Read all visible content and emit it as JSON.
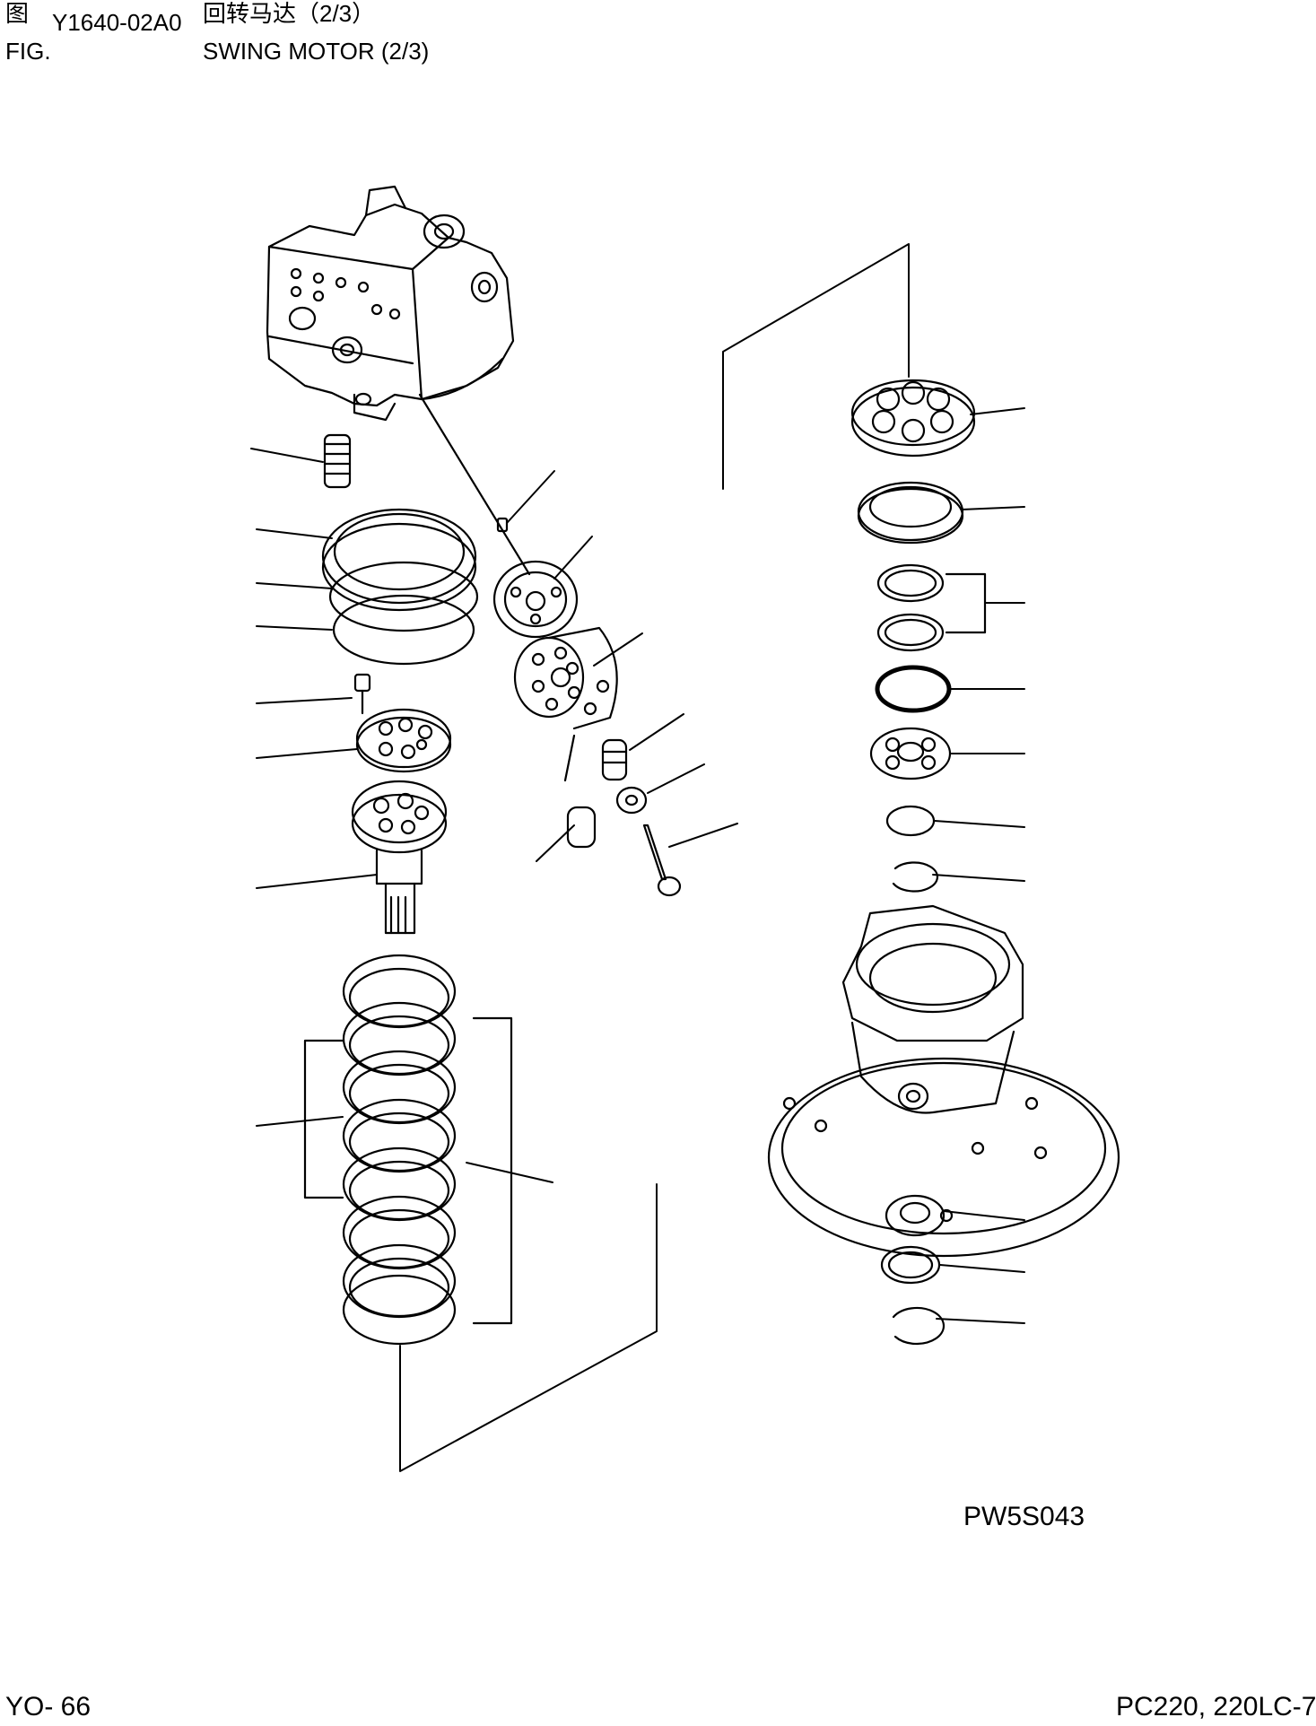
{
  "header": {
    "fig_cn_label": "图",
    "fig_number": "Y1640-02A0",
    "fig_en_label": "FIG.",
    "title_cn": "回转马达（2/3）",
    "title_en": "SWING MOTOR (2/3)"
  },
  "diagram": {
    "image_code": "PW5S043"
  },
  "footer": {
    "page_number": "YO- 66",
    "model_number": "PC220, 220LC-7"
  }
}
